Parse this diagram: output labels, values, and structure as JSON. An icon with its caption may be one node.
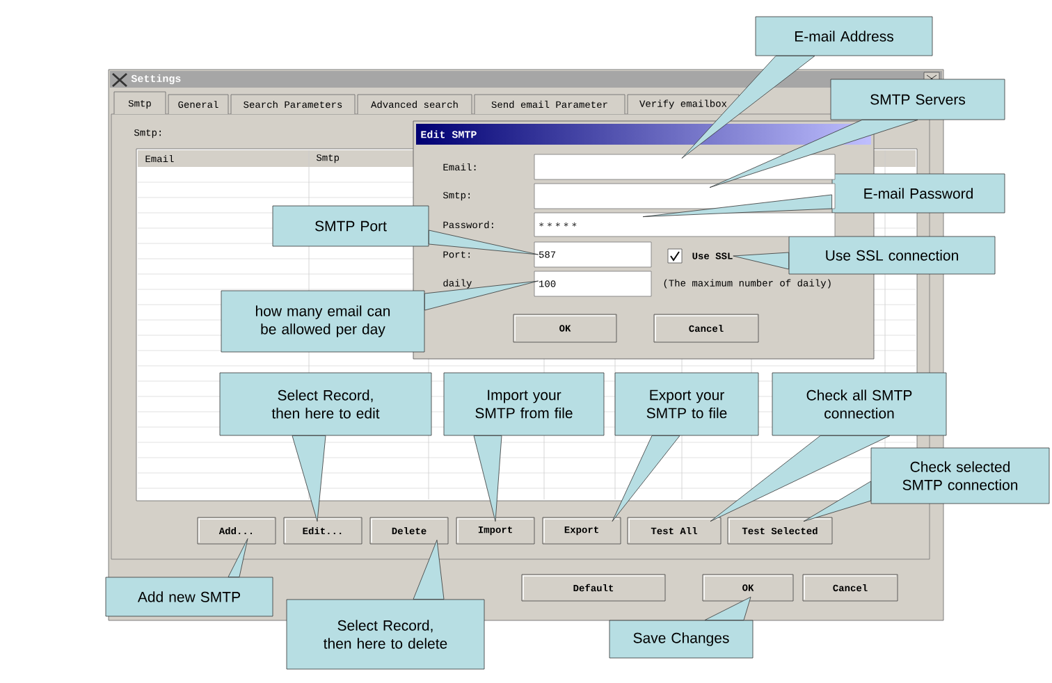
{
  "diagram": {
    "nodes": [
      {
        "text": [
          "E-mail Address"
        ]
      },
      {
        "text": [
          "SMTP Servers"
        ]
      },
      {
        "text": [
          "E-mail Password"
        ]
      },
      {
        "text": [
          "SMTP Port"
        ]
      },
      {
        "text": [
          "Use SSL connection"
        ]
      },
      {
        "text": [
          "how many email can be allowed per day"
        ]
      },
      {
        "text": [],
        "shape": "box"
      },
      {
        "text": [],
        "shape": "box"
      },
      {
        "text": [
          "*****"
        ]
      },
      {
        "text": [
          "587"
        ]
      },
      {
        "text": [
          "Use SSL"
        ]
      },
      {
        "text": [
          "100"
        ]
      },
      {
        "text": [
          "Select Record, then here to edit"
        ]
      },
      {
        "text": [
          "Import your SMTP from file"
        ]
      },
      {
        "text": [
          "Export your SMTP to file"
        ]
      },
      {
        "text": [
          "Check all SMTP connection"
        ]
      },
      {
        "text": [
          "Check selected SMTP connection"
        ]
      },
      {
        "text": [
          "Add..."
        ]
      },
      {
        "text": [
          "Edit..."
        ]
      },
      {
        "text": [
          "Delete"
        ]
      },
      {
        "text": [
          "Import"
        ]
      },
      {
        "text": [
          "Export"
        ]
      },
      {
        "text": [
          "Test All"
        ]
      },
      {
        "text": [
          "Test Selected"
        ]
      },
      {
        "text": [
          "OK"
        ]
      },
      {
        "text": [
          "Add new SMTP"
        ]
      },
      {
        "text": [
          "Select Record, then here to delete"
        ]
      },
      {
        "text": [
          "Save Changes"
        ]
      },
      {
        "text": [
          "OK"
        ]
      },
      {
        "text": [
          "Cancel"
        ]
      },
      {
        "text": [
          "Default"
        ]
      },
      {
        "text": [
          "Cancel"
        ]
      }
    ],
    "edges": [
      {
        "from": 0,
        "to": 6,
        "arrow": "none"
      },
      {
        "from": 1,
        "to": 7,
        "arrow": "none"
      },
      {
        "from": 2,
        "to": 8,
        "arrow": "none"
      },
      {
        "from": 3,
        "to": 9,
        "arrow": "none"
      },
      {
        "from": 4,
        "to": 10,
        "arrow": "none"
      },
      {
        "from": 5,
        "to": 11,
        "arrow": "none"
      },
      {
        "from": 12,
        "to": 18,
        "arrow": "none"
      },
      {
        "from": 13,
        "to": 20,
        "arrow": "none"
      },
      {
        "from": 14,
        "to": 21,
        "arrow": "none"
      },
      {
        "from": 15,
        "to": 22,
        "arrow": "none"
      },
      {
        "from": 16,
        "to": 23,
        "arrow": "none"
      },
      {
        "from": 25,
        "to": 17,
        "arrow": "none"
      },
      {
        "from": 26,
        "to": 19,
        "arrow": "none"
      },
      {
        "from": 27,
        "to": 24,
        "arrow": "none"
      }
    ],
    "labels": [
      "Settings",
      "Smtp",
      "General",
      "Search Parameters",
      "Advanced search",
      "Send email Parameter",
      "Verify emailbox",
      "Smtp:",
      "Email",
      "Smtp",
      "Edit SMTP",
      "Email:",
      "Smtp:",
      "Password:",
      "Port:",
      "daily",
      "(The maximum number of daily)"
    ]
  }
}
